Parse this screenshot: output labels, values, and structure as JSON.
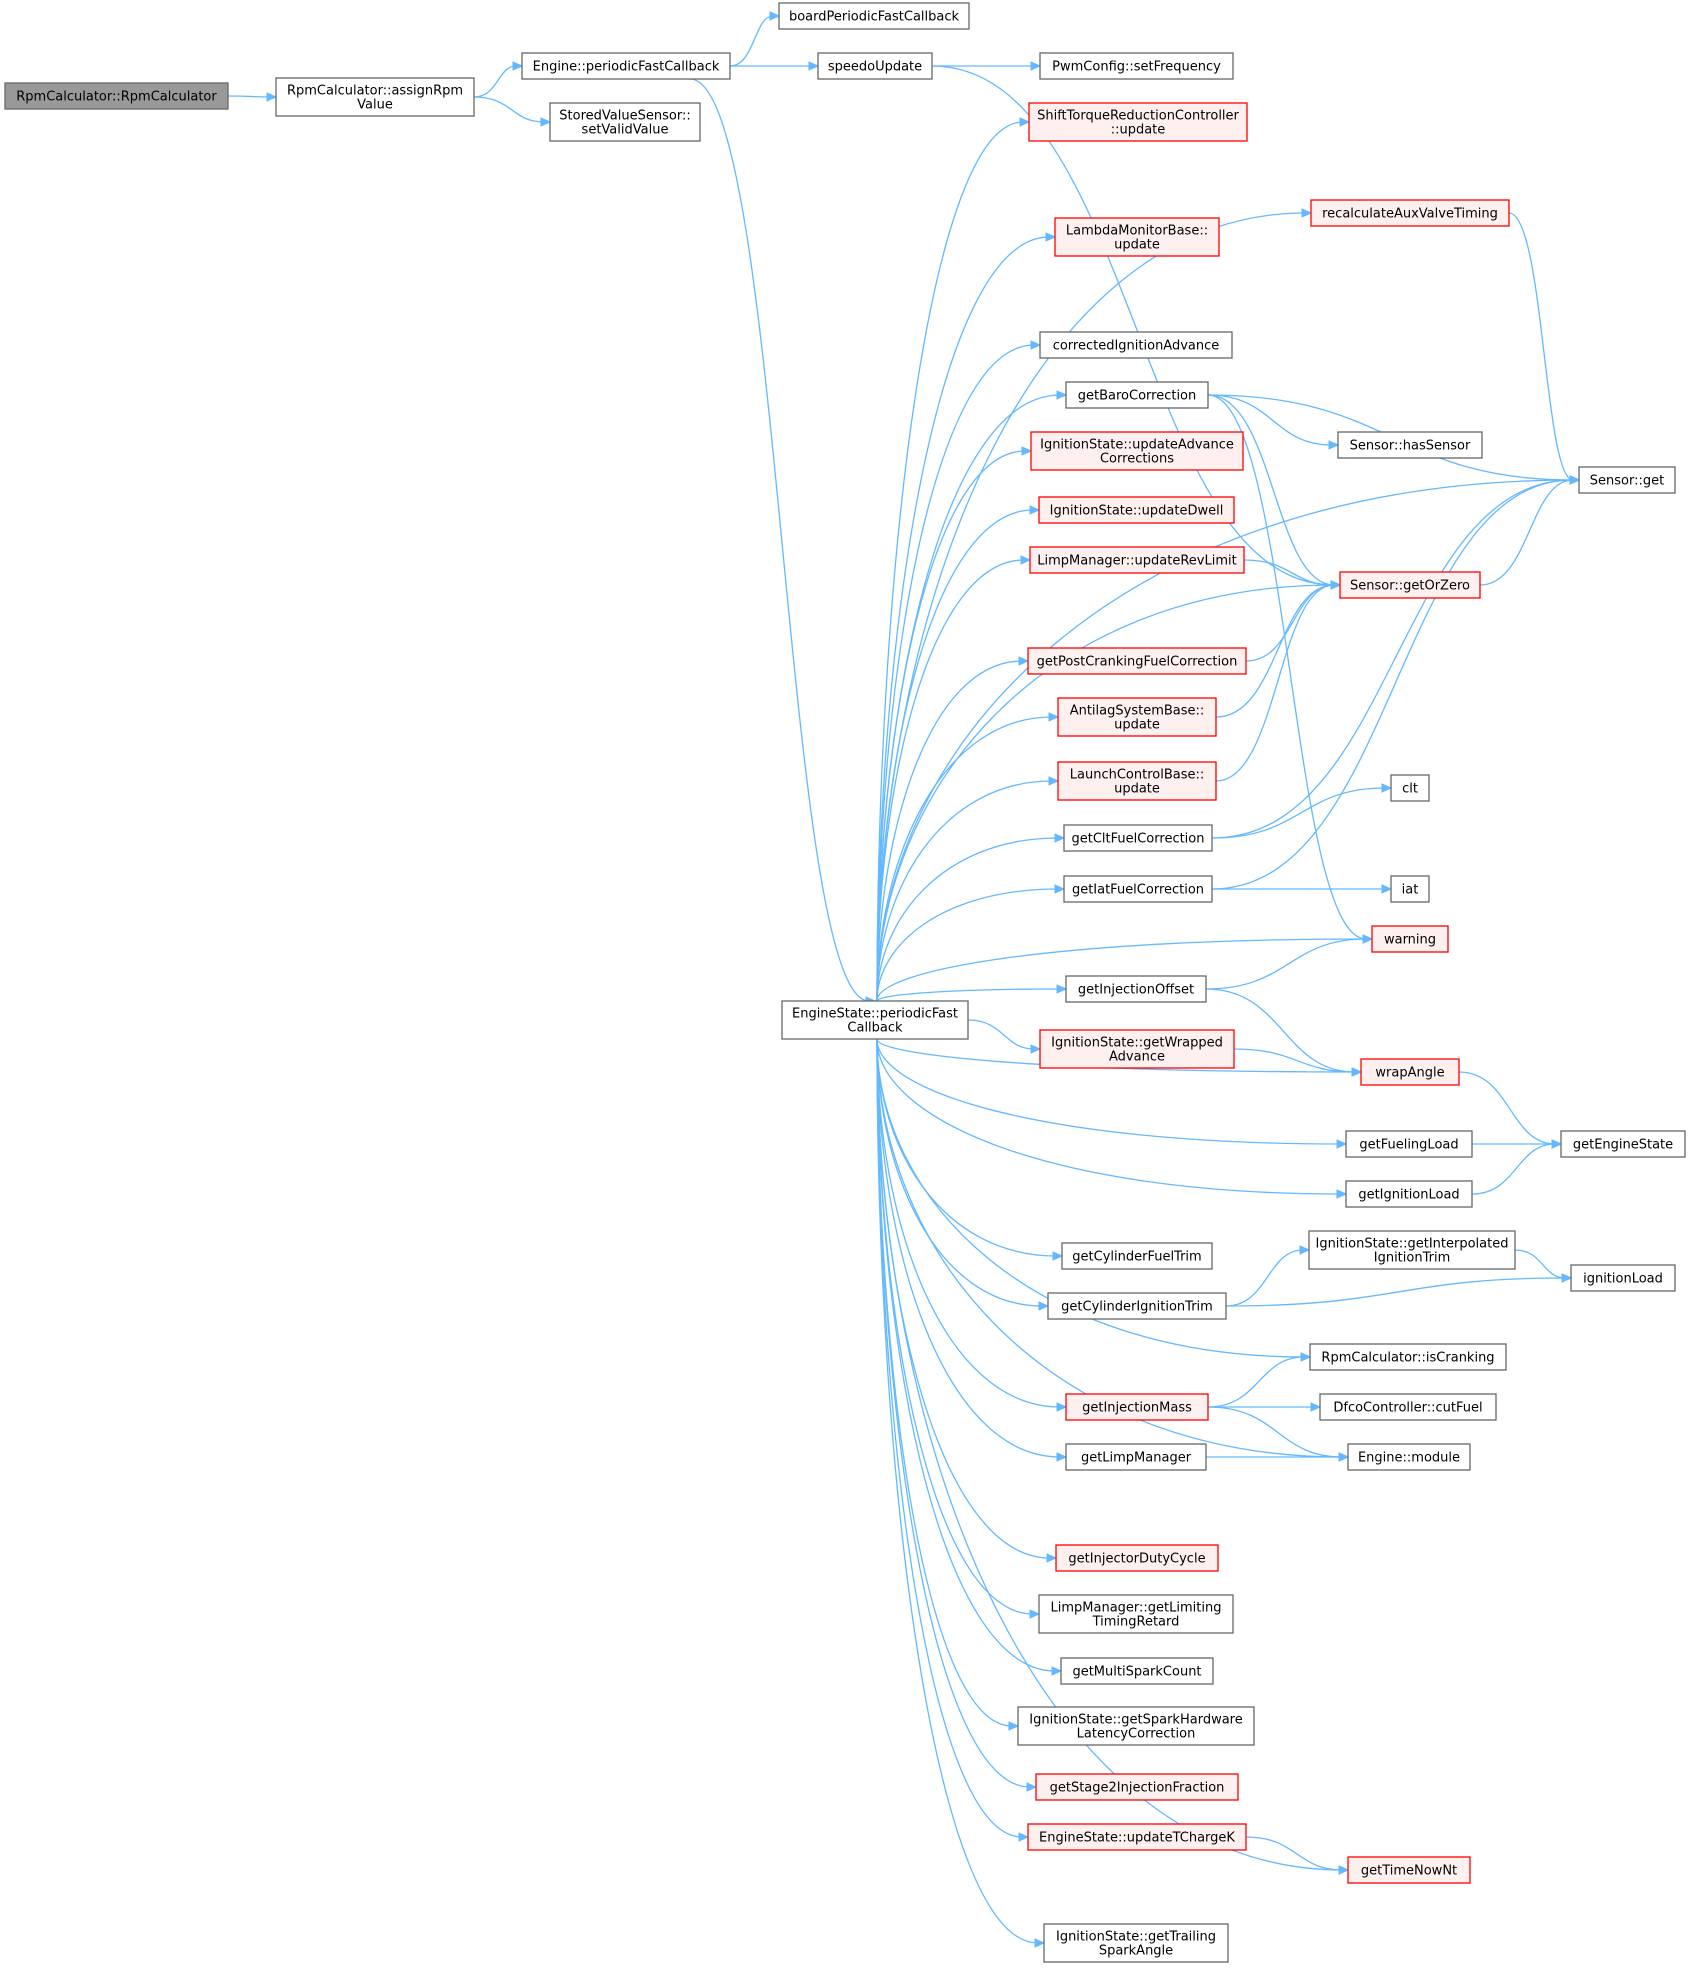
{
  "colors": {
    "edge": "#63b8ff",
    "node_border": "#666666",
    "truncated_border": "#ff0000",
    "truncated_fill": "#fff0f0",
    "root_fill": "#999999"
  },
  "nodes": [
    {
      "id": "root",
      "lines": [
        "RpmCalculator::RpmCalculator"
      ],
      "style": "root"
    },
    {
      "id": "assignRpm",
      "lines": [
        "RpmCalculator::assignRpm",
        "Value"
      ],
      "style": "normal"
    },
    {
      "id": "enginePeriodic",
      "lines": [
        "Engine::periodicFastCallback"
      ],
      "style": "normal"
    },
    {
      "id": "storedValue",
      "lines": [
        "StoredValueSensor::",
        "setValidValue"
      ],
      "style": "normal"
    },
    {
      "id": "boardPeriodic",
      "lines": [
        "boardPeriodicFastCallback"
      ],
      "style": "normal"
    },
    {
      "id": "speedo",
      "lines": [
        "speedoUpdate"
      ],
      "style": "normal"
    },
    {
      "id": "pwmFreq",
      "lines": [
        "PwmConfig::setFrequency"
      ],
      "style": "normal"
    },
    {
      "id": "esPeriodic",
      "lines": [
        "EngineState::periodicFast",
        "Callback"
      ],
      "style": "normal"
    },
    {
      "id": "shiftTorque",
      "lines": [
        "ShiftTorqueReductionController",
        "::update"
      ],
      "style": "red"
    },
    {
      "id": "recalcAux",
      "lines": [
        "recalculateAuxValveTiming"
      ],
      "style": "red"
    },
    {
      "id": "lambdaMon",
      "lines": [
        "LambdaMonitorBase::",
        "update"
      ],
      "style": "red"
    },
    {
      "id": "corrIgn",
      "lines": [
        "correctedIgnitionAdvance"
      ],
      "style": "normal"
    },
    {
      "id": "getBaro",
      "lines": [
        "getBaroCorrection"
      ],
      "style": "normal"
    },
    {
      "id": "hasSensor",
      "lines": [
        "Sensor::hasSensor"
      ],
      "style": "normal"
    },
    {
      "id": "sensorGet",
      "lines": [
        "Sensor::get"
      ],
      "style": "normal"
    },
    {
      "id": "updAdv",
      "lines": [
        "IgnitionState::updateAdvance",
        "Corrections"
      ],
      "style": "red"
    },
    {
      "id": "updDwell",
      "lines": [
        "IgnitionState::updateDwell"
      ],
      "style": "red"
    },
    {
      "id": "limpRev",
      "lines": [
        "LimpManager::updateRevLimit"
      ],
      "style": "red"
    },
    {
      "id": "getOrZero",
      "lines": [
        "Sensor::getOrZero"
      ],
      "style": "red"
    },
    {
      "id": "postCrank",
      "lines": [
        "getPostCrankingFuelCorrection"
      ],
      "style": "red"
    },
    {
      "id": "antilag",
      "lines": [
        "AntilagSystemBase::",
        "update"
      ],
      "style": "red"
    },
    {
      "id": "launch",
      "lines": [
        "LaunchControlBase::",
        "update"
      ],
      "style": "red"
    },
    {
      "id": "clt",
      "lines": [
        "clt"
      ],
      "style": "normal"
    },
    {
      "id": "cltFuel",
      "lines": [
        "getCltFuelCorrection"
      ],
      "style": "normal"
    },
    {
      "id": "iatFuel",
      "lines": [
        "getIatFuelCorrection"
      ],
      "style": "normal"
    },
    {
      "id": "iat",
      "lines": [
        "iat"
      ],
      "style": "normal"
    },
    {
      "id": "warning",
      "lines": [
        "warning"
      ],
      "style": "red"
    },
    {
      "id": "injOffset",
      "lines": [
        "getInjectionOffset"
      ],
      "style": "normal"
    },
    {
      "id": "wrappedAdv",
      "lines": [
        "IgnitionState::getWrapped",
        "Advance"
      ],
      "style": "red"
    },
    {
      "id": "wrapAngle",
      "lines": [
        "wrapAngle"
      ],
      "style": "red"
    },
    {
      "id": "fuelLoad",
      "lines": [
        "getFuelingLoad"
      ],
      "style": "normal"
    },
    {
      "id": "engState",
      "lines": [
        "getEngineState"
      ],
      "style": "normal"
    },
    {
      "id": "ignLoad",
      "lines": [
        "getIgnitionLoad"
      ],
      "style": "normal"
    },
    {
      "id": "interpTrim",
      "lines": [
        "IgnitionState::getInterpolated",
        "IgnitionTrim"
      ],
      "style": "normal"
    },
    {
      "id": "cylFuelTrim",
      "lines": [
        "getCylinderFuelTrim"
      ],
      "style": "normal"
    },
    {
      "id": "ignitionLoad",
      "lines": [
        "ignitionLoad"
      ],
      "style": "normal"
    },
    {
      "id": "cylIgnTrim",
      "lines": [
        "getCylinderIgnitionTrim"
      ],
      "style": "normal"
    },
    {
      "id": "isCranking",
      "lines": [
        "RpmCalculator::isCranking"
      ],
      "style": "normal"
    },
    {
      "id": "injMass",
      "lines": [
        "getInjectionMass"
      ],
      "style": "red"
    },
    {
      "id": "cutFuel",
      "lines": [
        "DfcoController::cutFuel"
      ],
      "style": "normal"
    },
    {
      "id": "limpMgr",
      "lines": [
        "getLimpManager"
      ],
      "style": "normal"
    },
    {
      "id": "module",
      "lines": [
        "Engine::module"
      ],
      "style": "normal"
    },
    {
      "id": "injDuty",
      "lines": [
        "getInjectorDutyCycle"
      ],
      "style": "red"
    },
    {
      "id": "limitRetard",
      "lines": [
        "LimpManager::getLimiting",
        "TimingRetard"
      ],
      "style": "normal"
    },
    {
      "id": "multiSpark",
      "lines": [
        "getMultiSparkCount"
      ],
      "style": "normal"
    },
    {
      "id": "sparkLatency",
      "lines": [
        "IgnitionState::getSparkHardware",
        "LatencyCorrection"
      ],
      "style": "normal"
    },
    {
      "id": "stage2",
      "lines": [
        "getStage2InjectionFraction"
      ],
      "style": "red"
    },
    {
      "id": "tCharge",
      "lines": [
        "EngineState::updateTChargeK"
      ],
      "style": "red"
    },
    {
      "id": "timeNow",
      "lines": [
        "getTimeNowNt"
      ],
      "style": "red"
    },
    {
      "id": "trailing",
      "lines": [
        "IgnitionState::getTrailing",
        "SparkAngle"
      ],
      "style": "normal"
    }
  ],
  "edges": [
    {
      "from": "root",
      "to": "assignRpm"
    },
    {
      "from": "assignRpm",
      "to": "enginePeriodic"
    },
    {
      "from": "assignRpm",
      "to": "storedValue"
    },
    {
      "from": "enginePeriodic",
      "to": "boardPeriodic"
    },
    {
      "from": "enginePeriodic",
      "to": "speedo"
    },
    {
      "from": "enginePeriodic",
      "to": "esPeriodic"
    },
    {
      "from": "speedo",
      "to": "pwmFreq"
    },
    {
      "from": "speedo",
      "to": "getOrZero"
    },
    {
      "from": "esPeriodic",
      "to": "shiftTorque"
    },
    {
      "from": "esPeriodic",
      "to": "recalcAux"
    },
    {
      "from": "esPeriodic",
      "to": "lambdaMon"
    },
    {
      "from": "esPeriodic",
      "to": "sensorGet"
    },
    {
      "from": "esPeriodic",
      "to": "corrIgn"
    },
    {
      "from": "esPeriodic",
      "to": "getBaro"
    },
    {
      "from": "esPeriodic",
      "to": "updAdv"
    },
    {
      "from": "esPeriodic",
      "to": "updDwell"
    },
    {
      "from": "esPeriodic",
      "to": "limpRev"
    },
    {
      "from": "esPeriodic",
      "to": "getOrZero"
    },
    {
      "from": "esPeriodic",
      "to": "postCrank"
    },
    {
      "from": "esPeriodic",
      "to": "antilag"
    },
    {
      "from": "esPeriodic",
      "to": "launch"
    },
    {
      "from": "esPeriodic",
      "to": "cltFuel"
    },
    {
      "from": "esPeriodic",
      "to": "iatFuel"
    },
    {
      "from": "esPeriodic",
      "to": "warning"
    },
    {
      "from": "esPeriodic",
      "to": "injOffset"
    },
    {
      "from": "esPeriodic",
      "to": "wrappedAdv"
    },
    {
      "from": "esPeriodic",
      "to": "wrapAngle"
    },
    {
      "from": "esPeriodic",
      "to": "fuelLoad"
    },
    {
      "from": "esPeriodic",
      "to": "ignLoad"
    },
    {
      "from": "esPeriodic",
      "to": "cylFuelTrim"
    },
    {
      "from": "esPeriodic",
      "to": "cylIgnTrim"
    },
    {
      "from": "esPeriodic",
      "to": "isCranking"
    },
    {
      "from": "esPeriodic",
      "to": "injMass"
    },
    {
      "from": "esPeriodic",
      "to": "limpMgr"
    },
    {
      "from": "esPeriodic",
      "to": "module"
    },
    {
      "from": "esPeriodic",
      "to": "injDuty"
    },
    {
      "from": "esPeriodic",
      "to": "limitRetard"
    },
    {
      "from": "esPeriodic",
      "to": "multiSpark"
    },
    {
      "from": "esPeriodic",
      "to": "sparkLatency"
    },
    {
      "from": "esPeriodic",
      "to": "stage2"
    },
    {
      "from": "esPeriodic",
      "to": "tCharge"
    },
    {
      "from": "esPeriodic",
      "to": "timeNow"
    },
    {
      "from": "esPeriodic",
      "to": "trailing"
    },
    {
      "from": "recalcAux",
      "to": "sensorGet"
    },
    {
      "from": "getBaro",
      "to": "hasSensor"
    },
    {
      "from": "getBaro",
      "to": "sensorGet"
    },
    {
      "from": "getBaro",
      "to": "getOrZero"
    },
    {
      "from": "getBaro",
      "to": "warning"
    },
    {
      "from": "getOrZero",
      "to": "sensorGet"
    },
    {
      "from": "limpRev",
      "to": "getOrZero"
    },
    {
      "from": "postCrank",
      "to": "getOrZero"
    },
    {
      "from": "antilag",
      "to": "getOrZero"
    },
    {
      "from": "launch",
      "to": "getOrZero"
    },
    {
      "from": "cltFuel",
      "to": "clt"
    },
    {
      "from": "cltFuel",
      "to": "sensorGet"
    },
    {
      "from": "iatFuel",
      "to": "iat"
    },
    {
      "from": "iatFuel",
      "to": "sensorGet"
    },
    {
      "from": "injOffset",
      "to": "warning"
    },
    {
      "from": "injOffset",
      "to": "wrapAngle"
    },
    {
      "from": "wrappedAdv",
      "to": "wrapAngle"
    },
    {
      "from": "wrapAngle",
      "to": "engState"
    },
    {
      "from": "fuelLoad",
      "to": "engState"
    },
    {
      "from": "ignLoad",
      "to": "engState"
    },
    {
      "from": "cylIgnTrim",
      "to": "interpTrim"
    },
    {
      "from": "cylIgnTrim",
      "to": "ignitionLoad"
    },
    {
      "from": "interpTrim",
      "to": "ignitionLoad"
    },
    {
      "from": "injMass",
      "to": "isCranking"
    },
    {
      "from": "injMass",
      "to": "cutFuel"
    },
    {
      "from": "injMass",
      "to": "module"
    },
    {
      "from": "limpMgr",
      "to": "module"
    },
    {
      "from": "tCharge",
      "to": "timeNow"
    }
  ]
}
